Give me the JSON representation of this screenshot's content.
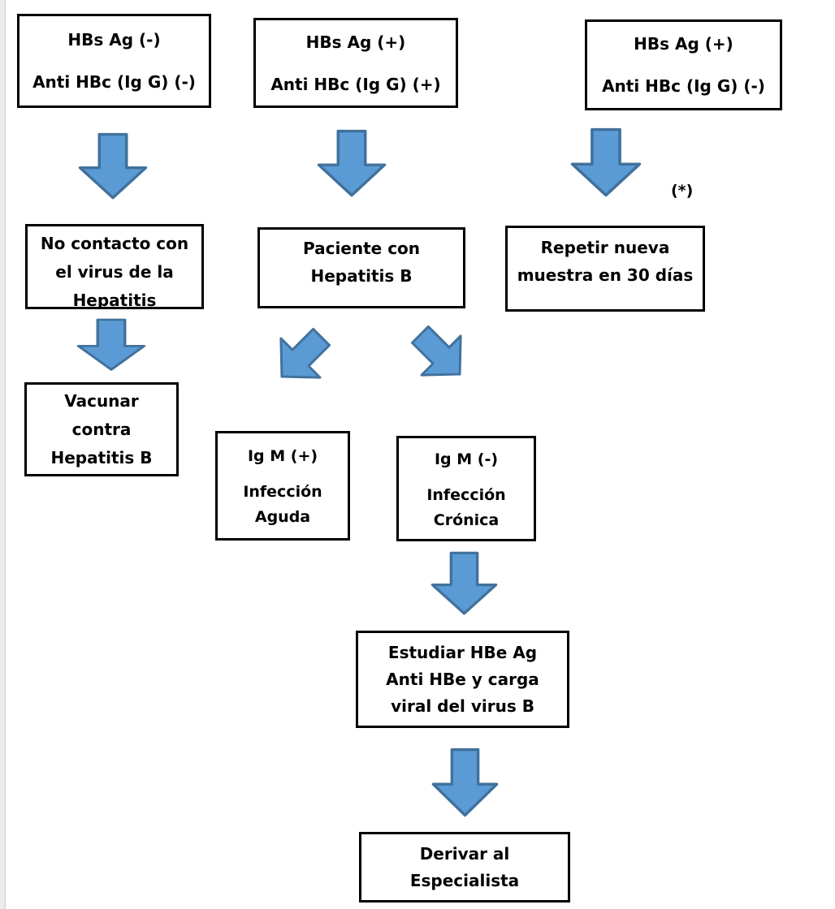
{
  "colors": {
    "arrow_fill": "#5B9BD5",
    "arrow_stroke": "#41719C",
    "box_border": "#000000",
    "page_bg": "#FFFFFF",
    "edge_strip": "#EBEBEB"
  },
  "annotation": {
    "label": "(*)"
  },
  "nodes": {
    "top_left": {
      "lines": [
        "HBs Ag (-)",
        "Anti HBc (Ig G) (-)"
      ]
    },
    "top_mid": {
      "lines": [
        "HBs Ag (+)",
        "Anti HBc (Ig G) (+)"
      ]
    },
    "top_right": {
      "lines": [
        "HBs Ag (+)",
        "Anti HBc (Ig G) (-)"
      ]
    },
    "no_contacto": {
      "lines": [
        "No contacto con",
        "el virus de la",
        "Hepatitis"
      ]
    },
    "paciente": {
      "lines": [
        "Paciente con",
        "Hepatitis B"
      ]
    },
    "repetir": {
      "lines": [
        "Repetir nueva",
        "muestra en 30 días"
      ]
    },
    "vacunar": {
      "lines": [
        "Vacunar",
        "contra",
        "Hepatitis B"
      ]
    },
    "igm_pos": {
      "lines": [
        "Ig M (+)",
        "Infección",
        "Aguda"
      ]
    },
    "igm_neg": {
      "lines": [
        "Ig M (-)",
        "Infección",
        "Crónica"
      ]
    },
    "estudiar": {
      "lines": [
        "Estudiar HBe Ag",
        "Anti HBe y carga",
        "viral del virus B"
      ]
    },
    "derivar": {
      "lines": [
        "Derivar al",
        "Especialista"
      ]
    }
  }
}
